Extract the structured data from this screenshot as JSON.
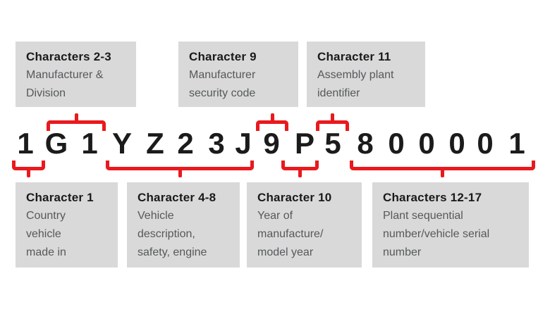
{
  "colors": {
    "bracket_red": "#e9191d",
    "box_bg": "#d9d9d9",
    "heading_text": "#1a1a1a",
    "body_text": "#56585a",
    "vin_text": "#1b1b1b",
    "background": "#ffffff"
  },
  "vin": {
    "full": "1G1YZ23J9P5800001",
    "characters": [
      "1",
      "G",
      "1",
      "Y",
      "Z",
      "2",
      "3",
      "J",
      "9",
      "P",
      "5",
      "8",
      "0",
      "0",
      "0",
      "0",
      "1"
    ]
  },
  "top_labels": [
    {
      "heading": "Characters 2-3",
      "description": "Manufacturer &\nDivision"
    },
    {
      "heading": "Character 9",
      "description": "Manufacturer\nsecurity code"
    },
    {
      "heading": "Character 11",
      "description": "Assembly plant\nidentifier"
    }
  ],
  "bottom_labels": [
    {
      "heading": "Character 1",
      "description": "Country\nvehicle\nmade in"
    },
    {
      "heading": "Character 4-8",
      "description": "Vehicle\ndescription,\nsafety, engine"
    },
    {
      "heading": "Character 10",
      "description": "Year of\nmanufacture/\nmodel year"
    },
    {
      "heading": "Characters 12-17",
      "description": "Plant sequential\nnumber/vehicle serial\nnumber"
    }
  ]
}
